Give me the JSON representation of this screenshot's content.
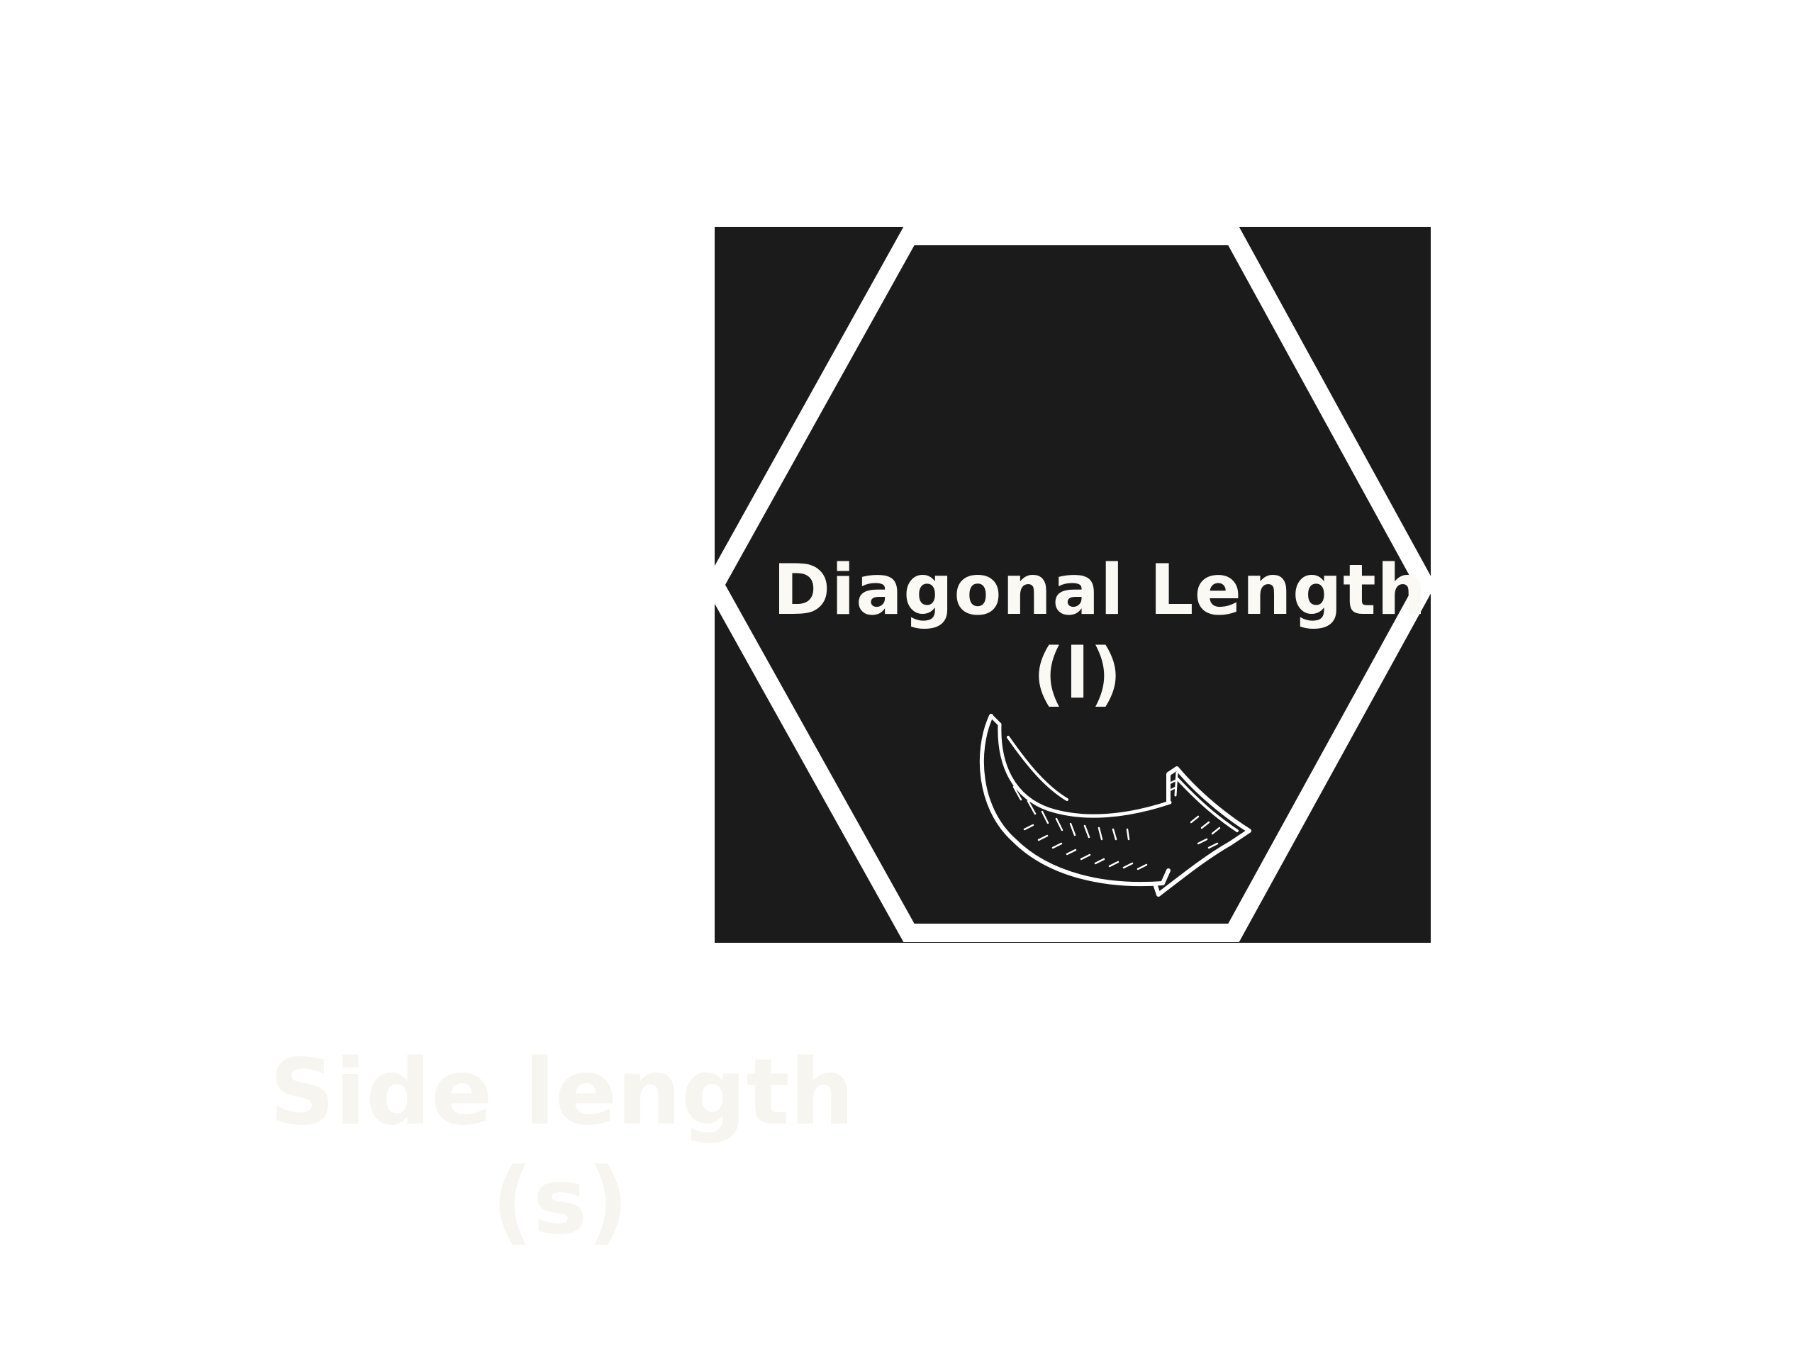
{
  "colors": {
    "background": "#ffffff",
    "square": "#1b1b1b",
    "hexagon_outline": "#ffffff",
    "diagonal_label_text": "#faf9f4",
    "side_label_text": "#f6f5ef"
  },
  "diagonal_label": {
    "line1": "Diagonal Length",
    "line2": "(l)"
  },
  "side_label": {
    "line1": "Side length",
    "line2": "(s)"
  },
  "icons": {
    "arrow": "curved-arrow-icon"
  }
}
